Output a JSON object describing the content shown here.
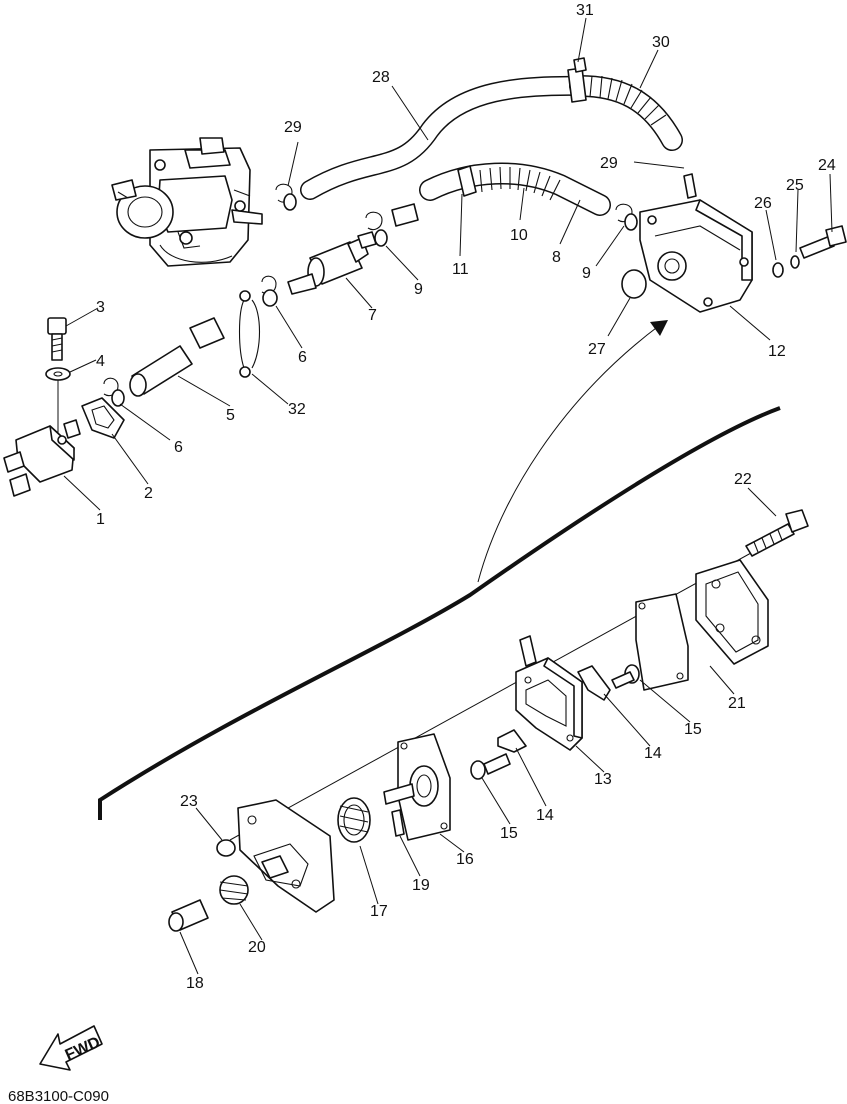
{
  "diagram_code": "68B3100-C090",
  "fwd_label": "FWD",
  "callouts": {
    "c1": "1",
    "c2": "2",
    "c3": "3",
    "c4": "4",
    "c5": "5",
    "c6a": "6",
    "c6b": "6",
    "c7": "7",
    "c8": "8",
    "c9a": "9",
    "c9b": "9",
    "c10": "10",
    "c11": "11",
    "c12": "12",
    "c13": "13",
    "c14a": "14",
    "c14b": "14",
    "c15a": "15",
    "c15b": "15",
    "c16": "16",
    "c17": "17",
    "c18": "18",
    "c19": "19",
    "c20": "20",
    "c21": "21",
    "c22": "22",
    "c23": "23",
    "c24": "24",
    "c25": "25",
    "c26": "26",
    "c27": "27",
    "c28": "28",
    "c29a": "29",
    "c29b": "29",
    "c30": "30",
    "c31": "31",
    "c32": "32"
  }
}
